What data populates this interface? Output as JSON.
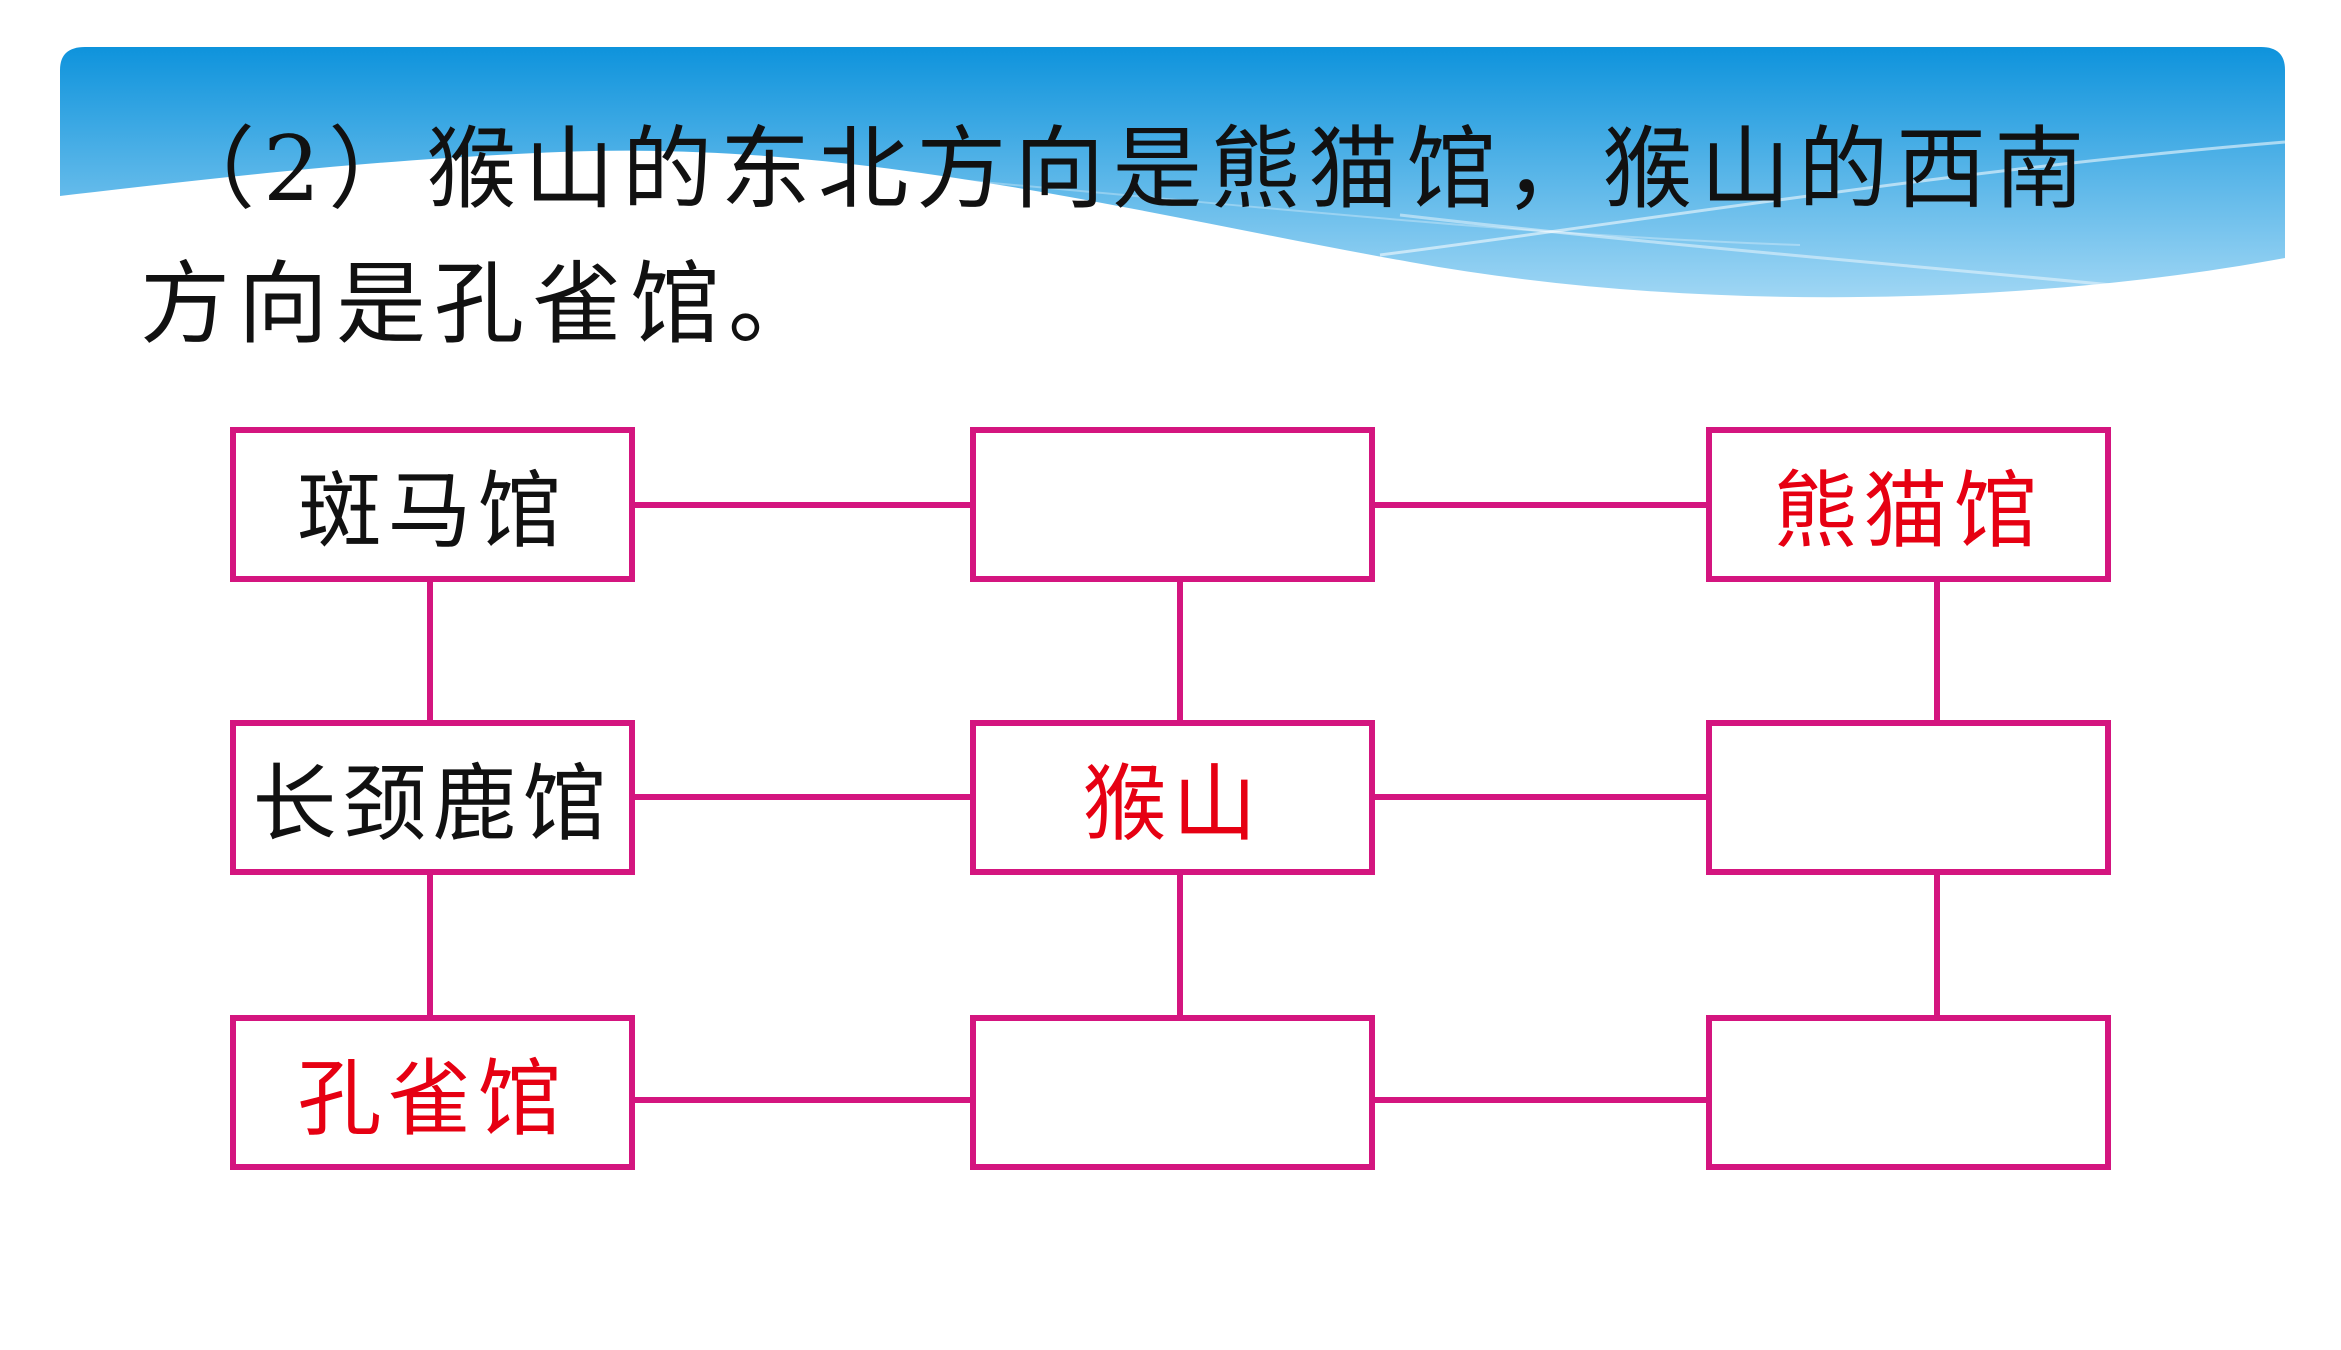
{
  "question": {
    "line1": "（2）猴山的东北方向是熊猫馆，猴山的西南",
    "line2": "方向是孔雀馆。"
  },
  "colors": {
    "banner_top": "#0e93dc",
    "banner_bottom": "#9fd6f4",
    "connector": "#d4157f",
    "answer_text": "#e60012",
    "given_text": "#111111"
  },
  "grid": {
    "rows": [
      [
        {
          "label": "斑马馆",
          "kind": "given"
        },
        {
          "label": "",
          "kind": "empty"
        },
        {
          "label": "熊猫馆",
          "kind": "answer"
        }
      ],
      [
        {
          "label": "长颈鹿馆",
          "kind": "given"
        },
        {
          "label": "猴山",
          "kind": "answer"
        },
        {
          "label": "",
          "kind": "empty"
        }
      ],
      [
        {
          "label": "孔雀馆",
          "kind": "answer"
        },
        {
          "label": "",
          "kind": "empty"
        },
        {
          "label": "",
          "kind": "empty"
        }
      ]
    ]
  }
}
